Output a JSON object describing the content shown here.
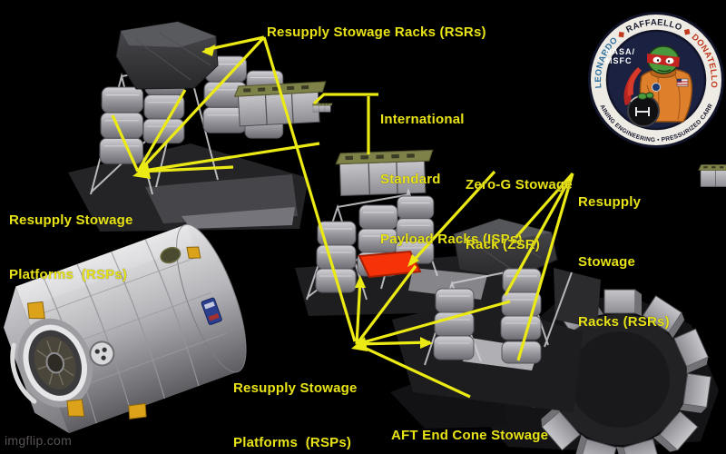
{
  "page": {
    "watermark": "imgflip.com"
  },
  "colors": {
    "background": "#000000",
    "annotation_yellow": "#e8e316",
    "line_yellow": "#ecea14",
    "highlight_red": "#f53208"
  },
  "annotations": {
    "rsr_top": "Resupply Stowage Racks (RSRs)",
    "isp": {
      "lines": [
        "International",
        "Standard",
        "Payload Racks (ISPs)"
      ]
    },
    "zsr": {
      "lines": [
        "Zero-G Stowage",
        "Rack (ZSR)"
      ]
    },
    "rsr_right": {
      "lines": [
        "Resupply",
        "Stowage",
        "Racks (RSRs)"
      ]
    },
    "rsp_left": {
      "lines": [
        "Resupply Stowage",
        "Platforms  (RSPs)"
      ]
    },
    "rsp_bottom": {
      "lines": [
        "Resupply Stowage",
        "Platforms  (RSPs)"
      ]
    },
    "aft_end_cone": "AFT End Cone Stowage"
  },
  "badge": {
    "names": {
      "first": "LEONARDO",
      "second": "RAFFAELLO",
      "third": "DONATELLO"
    },
    "separator": "◆",
    "bottom_arc": "MPLM SUSTAINING ENGINEERING • PRESSURIZED CARRIER GROUP",
    "org": {
      "line1": "NASA/",
      "line2": "MSFC"
    }
  }
}
